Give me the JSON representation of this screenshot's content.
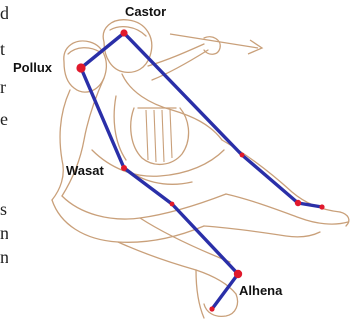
{
  "stars": [
    {
      "id": "castor",
      "name": "Castor"
    },
    {
      "id": "pollux",
      "name": "Pollux"
    },
    {
      "id": "wasat",
      "name": "Wasat"
    },
    {
      "id": "alhena",
      "name": "Alhena"
    }
  ],
  "left_text_fragments": [
    "d",
    "t",
    "r",
    "e",
    "s",
    "n",
    "n"
  ],
  "colors": {
    "line": "#2a2fa8",
    "star": "#e0192c",
    "outline": "#c9a07a",
    "label": "#111111"
  }
}
